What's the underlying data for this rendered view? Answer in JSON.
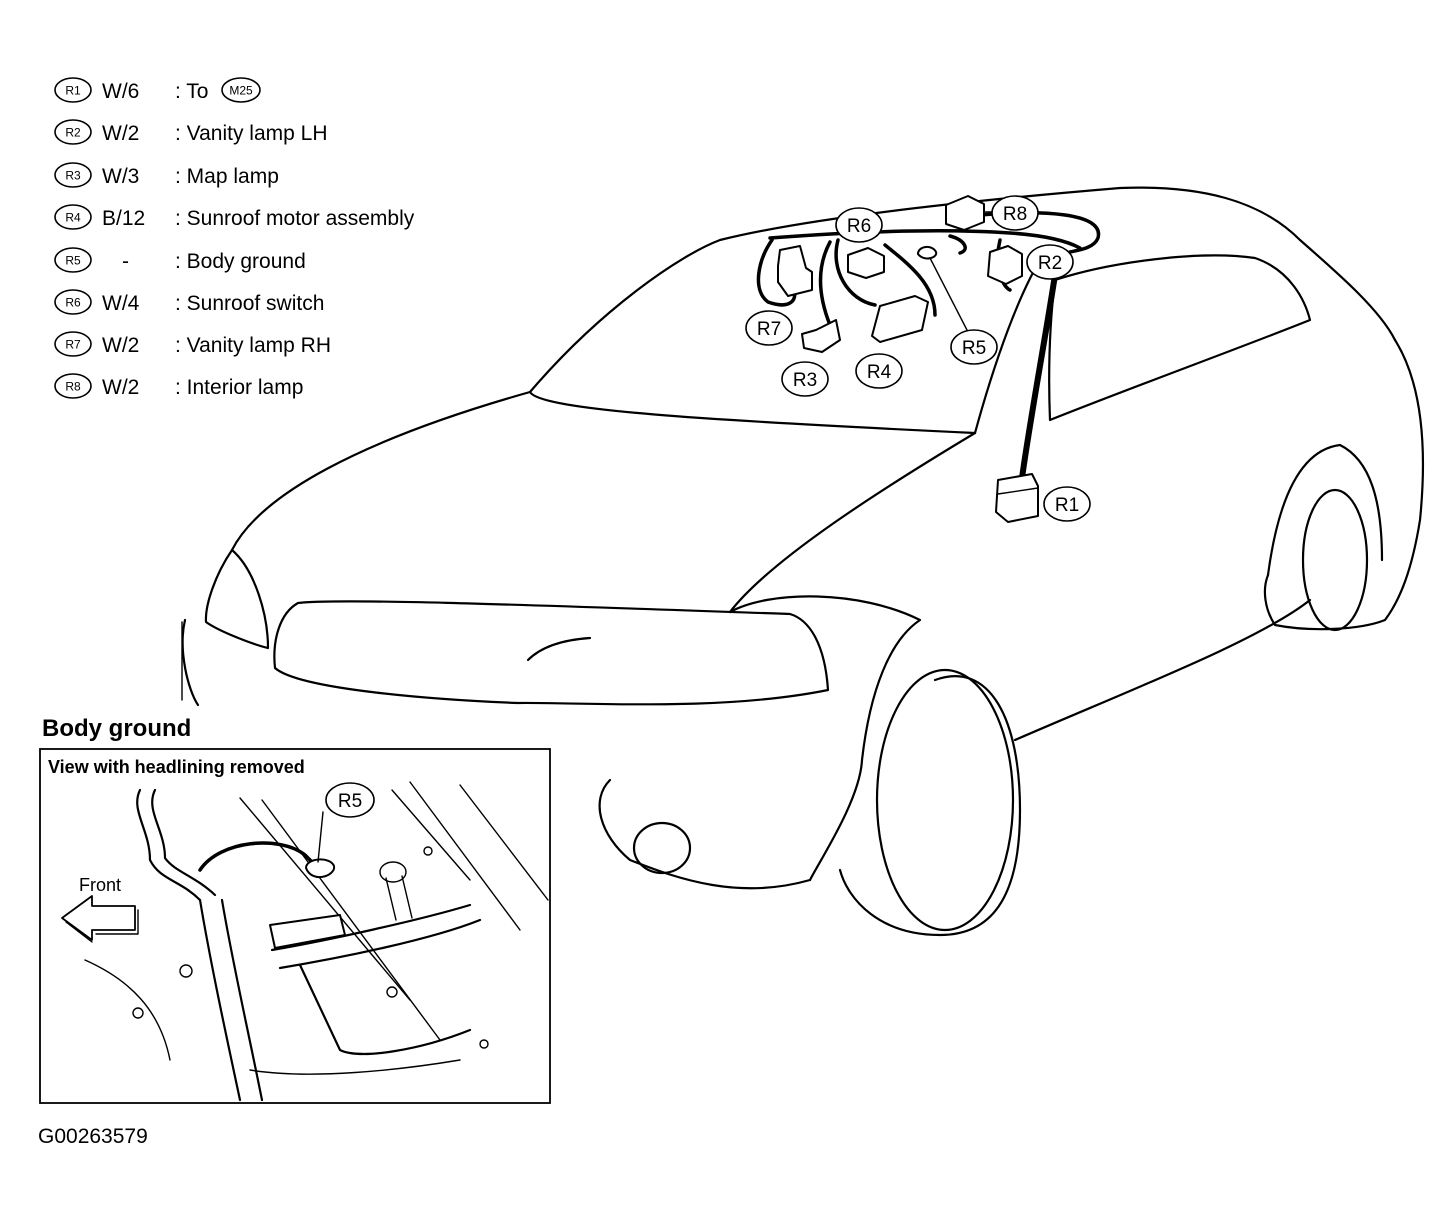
{
  "legend": [
    {
      "code": "R1",
      "wire": "W/6",
      "desc": ": To",
      "ref": "M25"
    },
    {
      "code": "R2",
      "wire": "W/2",
      "desc": ": Vanity lamp LH"
    },
    {
      "code": "R3",
      "wire": "W/3",
      "desc": ": Map lamp"
    },
    {
      "code": "R4",
      "wire": "B/12",
      "desc": ": Sunroof motor assembly"
    },
    {
      "code": "R5",
      "wire": "-",
      "desc": ": Body ground"
    },
    {
      "code": "R6",
      "wire": "W/4",
      "desc": ": Sunroof switch"
    },
    {
      "code": "R7",
      "wire": "W/2",
      "desc": ": Vanity lamp RH"
    },
    {
      "code": "R8",
      "wire": "W/2",
      "desc": ": Interior lamp"
    }
  ],
  "callouts": {
    "r1": "R1",
    "r2": "R2",
    "r3": "R3",
    "r4": "R4",
    "r5": "R5",
    "r6": "R6",
    "r7": "R7",
    "r8": "R8"
  },
  "inset": {
    "title": "Body ground",
    "subtitle": "View with headlining removed",
    "callout": "R5",
    "front_label": "Front"
  },
  "figure_code": "G00263579"
}
